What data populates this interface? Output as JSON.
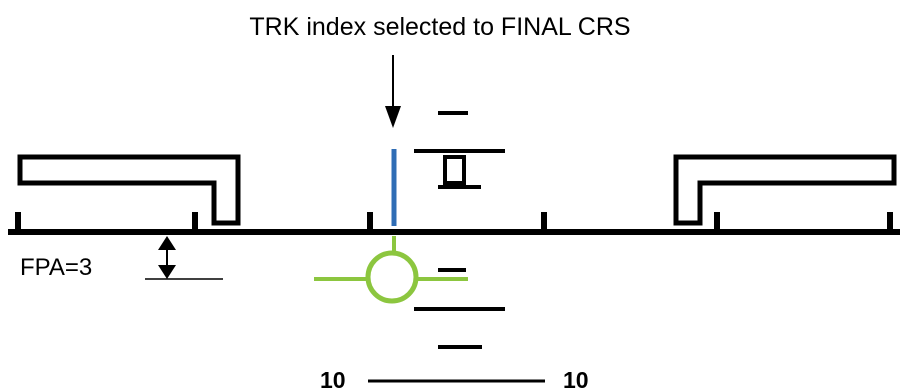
{
  "annotation": {
    "text": "TRK index selected to FINAL CRS"
  },
  "fpa_label": "FPA=3",
  "pitch_scale": {
    "left_label": "10",
    "right_label": "10"
  },
  "colors": {
    "ink": "#000000",
    "track_index": "#2f6db5",
    "flight_path_vector": "#8cc63f",
    "background": "#ffffff"
  },
  "elements": {
    "horizon": "horizon-line",
    "aircraft_symbols": [
      "left-aircraft-wing-symbol",
      "right-aircraft-wing-symbol"
    ],
    "track_index": "blue-vertical-bar",
    "flight_path_vector": "green-circle-with-wings",
    "guidance_cue": "flight-director-square"
  }
}
